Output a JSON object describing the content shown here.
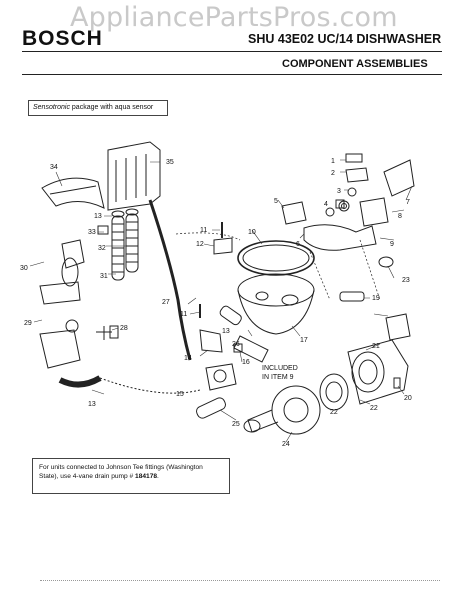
{
  "watermark": "AppliancePartsPros.com",
  "header": {
    "brand": "BOSCH",
    "model": "SHU 43E02 UC/14 DISHWASHER",
    "subtitle": "COMPONENT ASSEMBLIES"
  },
  "package_label": {
    "italic": "Sensotronic",
    "rest": " package with aqua sensor"
  },
  "callouts": [
    "1",
    "2",
    "3",
    "4",
    "5",
    "6",
    "7",
    "8",
    "9",
    "10",
    "11",
    "11",
    "12",
    "13",
    "13",
    "13",
    "14",
    "15",
    "16",
    "17",
    "19",
    "20",
    "21",
    "22",
    "22",
    "23",
    "24",
    "25",
    "26",
    "27",
    "28",
    "29",
    "30",
    "31",
    "32",
    "33",
    "34",
    "35"
  ],
  "included_note": [
    "INCLUDED",
    "IN ITEM 9"
  ],
  "footer_note": {
    "text": "For units connected to Johnson Tee fittings (Washington State), use 4-vane drain pump # ",
    "part": "184178",
    "end": "."
  }
}
